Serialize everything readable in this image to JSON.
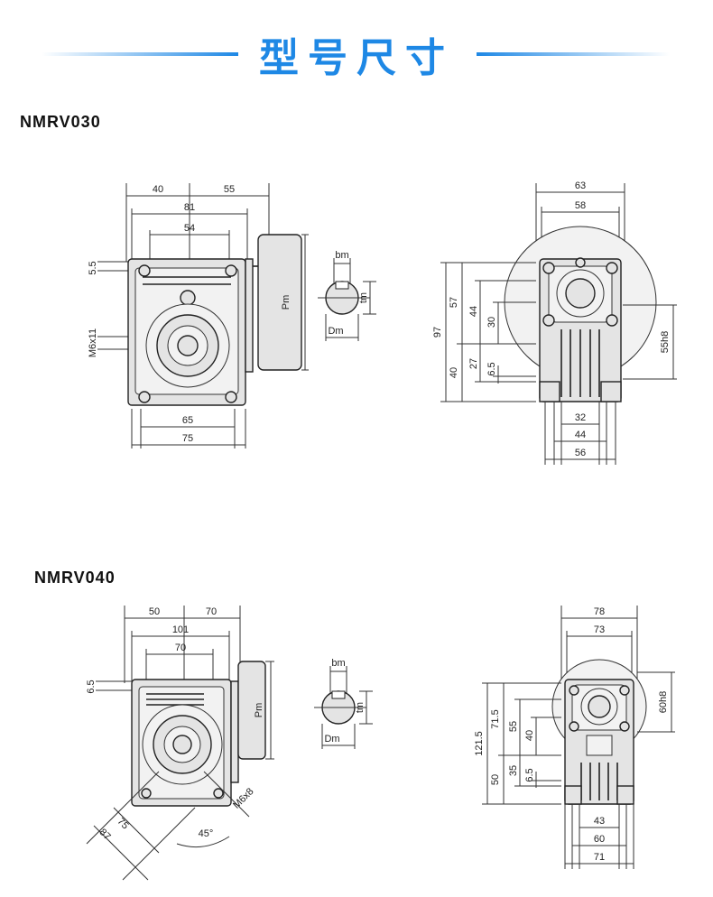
{
  "page_title": "型号尺寸",
  "colors": {
    "accent": "#1e88e5",
    "line": "#333333"
  },
  "models": [
    {
      "name": "NMRV030",
      "front": {
        "d40": "40",
        "d55": "55",
        "d81": "81",
        "d54": "54",
        "d5_5": "5.5",
        "m6": "M6x11",
        "d65": "65",
        "d75": "75",
        "pm": "Pm"
      },
      "shaft": {
        "bm": "bm",
        "tm": "tm",
        "dm": "Dm"
      },
      "side": {
        "d63": "63",
        "d58": "58",
        "d97": "97",
        "d57": "57",
        "d44": "44",
        "d30": "30",
        "d40": "40",
        "d27": "27",
        "d6_5": "6.5",
        "d55h8": "55h8",
        "d32": "32",
        "d44b": "44",
        "d56": "56"
      }
    },
    {
      "name": "NMRV040",
      "front": {
        "d50": "50",
        "d70": "70",
        "d101": "101",
        "d70b": "70",
        "d6_5": "6.5",
        "pm": "Pm",
        "m6": "M6x8",
        "d75": "75",
        "d87": "87",
        "a45": "45°"
      },
      "shaft": {
        "bm": "bm",
        "tm": "tm",
        "dm": "Dm"
      },
      "side": {
        "d78": "78",
        "d73": "73",
        "d121_5": "121.5",
        "d71_5": "71.5",
        "d55": "55",
        "d40": "40",
        "d50": "50",
        "d35": "35",
        "d6_5": "6.5",
        "d60h8": "60h8",
        "d43": "43",
        "d60": "60",
        "d71": "71"
      }
    }
  ]
}
